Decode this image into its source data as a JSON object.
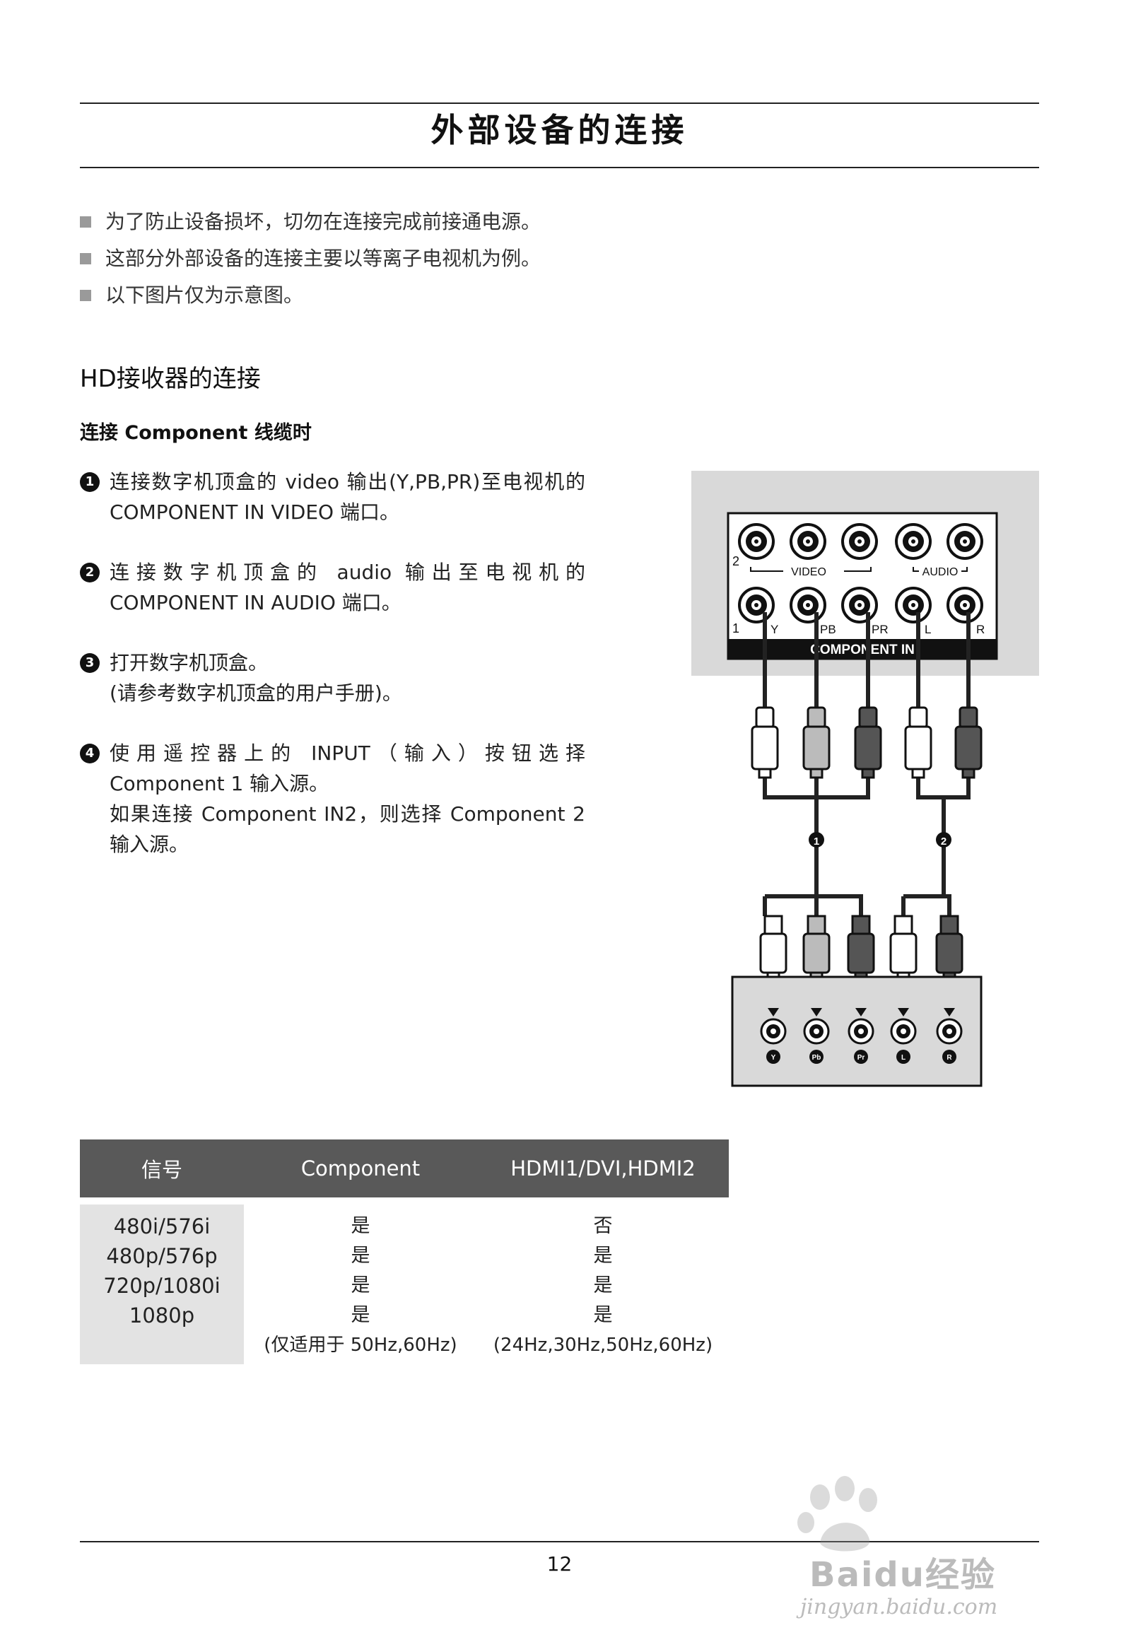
{
  "page": {
    "title": "外部设备的连接",
    "notes": [
      "为了防止设备损坏，切勿在连接完成前接通电源。",
      "这部分外部设备的连接主要以等离子电视机为例。",
      "以下图片仅为示意图。"
    ],
    "section_title": "HD接收器的连接",
    "subsection_title": "连接 Component 线缆时",
    "steps": [
      {
        "num": "1",
        "lines": [
          "连接数字机顶盒的 video 输出(Y,PB,PR)至电视机的 COMPONENT IN VIDEO 端口。"
        ]
      },
      {
        "num": "2",
        "lines": [
          "连接数字机顶盒的 audio 输出至电视机的 COMPONENT IN AUDIO 端口。"
        ]
      },
      {
        "num": "3",
        "lines": [
          "打开数字机顶盒。",
          "(请参考数字机顶盒的用户手册)。"
        ]
      },
      {
        "num": "4",
        "lines": [
          "使用遥控器上的 INPUT（输入）按钮选择 Component 1 输入源。",
          "如果连接 Component IN2，则选择 Component 2 输入源。"
        ]
      }
    ],
    "diagram": {
      "panel_label": "COMPONENT IN",
      "row2_label": "2",
      "row1_label": "1",
      "video_label": "VIDEO",
      "audio_label": "AUDIO",
      "jack_labels": [
        "Y",
        "PB",
        "PR",
        "L",
        "R"
      ],
      "cable_marker_1": "1",
      "cable_marker_2": "2",
      "box_jack_labels": [
        "Y",
        "Pb",
        "Pr",
        "L",
        "R"
      ]
    },
    "table": {
      "headers": [
        "信号",
        "Component",
        "HDMI1/DVI,HDMI2"
      ],
      "signals": [
        "480i/576i",
        "480p/576p",
        "720p/1080i",
        "1080p"
      ],
      "component": [
        "是",
        "是",
        "是",
        "是"
      ],
      "hdmi": [
        "否",
        "是",
        "是",
        "是"
      ],
      "component_note": "(仅适用于 50Hz,60Hz)",
      "hdmi_note": "(24Hz,30Hz,50Hz,60Hz)"
    },
    "page_number": "12",
    "watermark": {
      "text": "Baidu经验",
      "url": "jingyan.baidu.com"
    }
  }
}
